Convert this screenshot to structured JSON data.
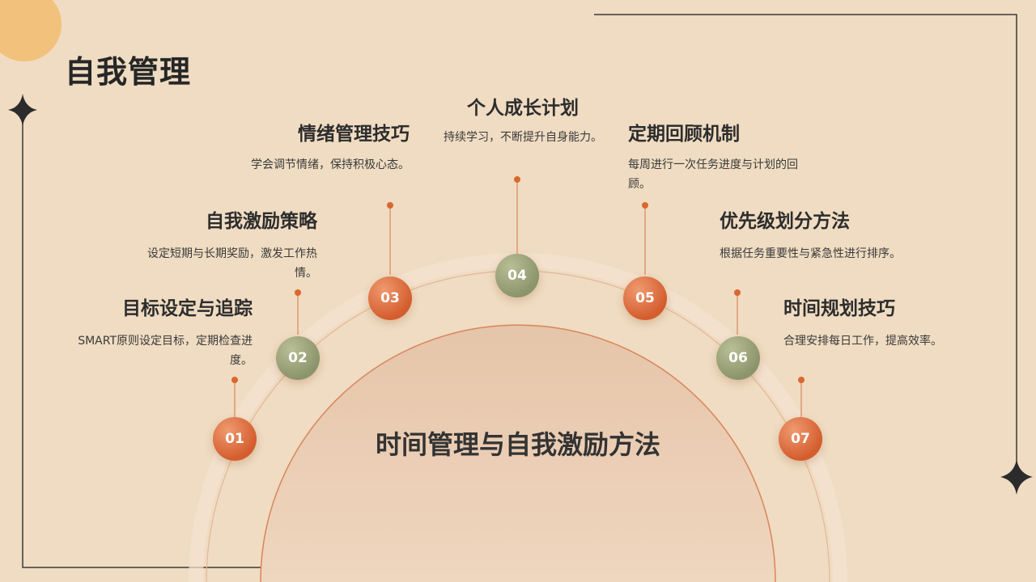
{
  "page": {
    "title": "自我管理",
    "center_title": "时间管理与自我激励方法"
  },
  "steps": [
    {
      "num": "01",
      "heading": "目标设定与追踪",
      "desc": "SMART原则设定目标，定期检查进度。"
    },
    {
      "num": "02",
      "heading": "自我激励策略",
      "desc": "设定短期与长期奖励，激发工作热情。"
    },
    {
      "num": "03",
      "heading": "情绪管理技巧",
      "desc": "学会调节情绪，保持积极心态。"
    },
    {
      "num": "04",
      "heading": "个人成长计划",
      "desc": "持续学习，不断提升自身能力。"
    },
    {
      "num": "05",
      "heading": "定期回顾机制",
      "desc": "每周进行一次任务进度与计划的回顾。"
    },
    {
      "num": "06",
      "heading": "优先级划分方法",
      "desc": "根据任务重要性与紧急性进行排序。"
    },
    {
      "num": "07",
      "heading": "时间规划技巧",
      "desc": "合理安排每日工作，提高效率。"
    }
  ],
  "colors": {
    "orange": "#d45d2e",
    "green": "#8c946c",
    "background": "#efdcc2",
    "line": "#3a3a3a"
  }
}
